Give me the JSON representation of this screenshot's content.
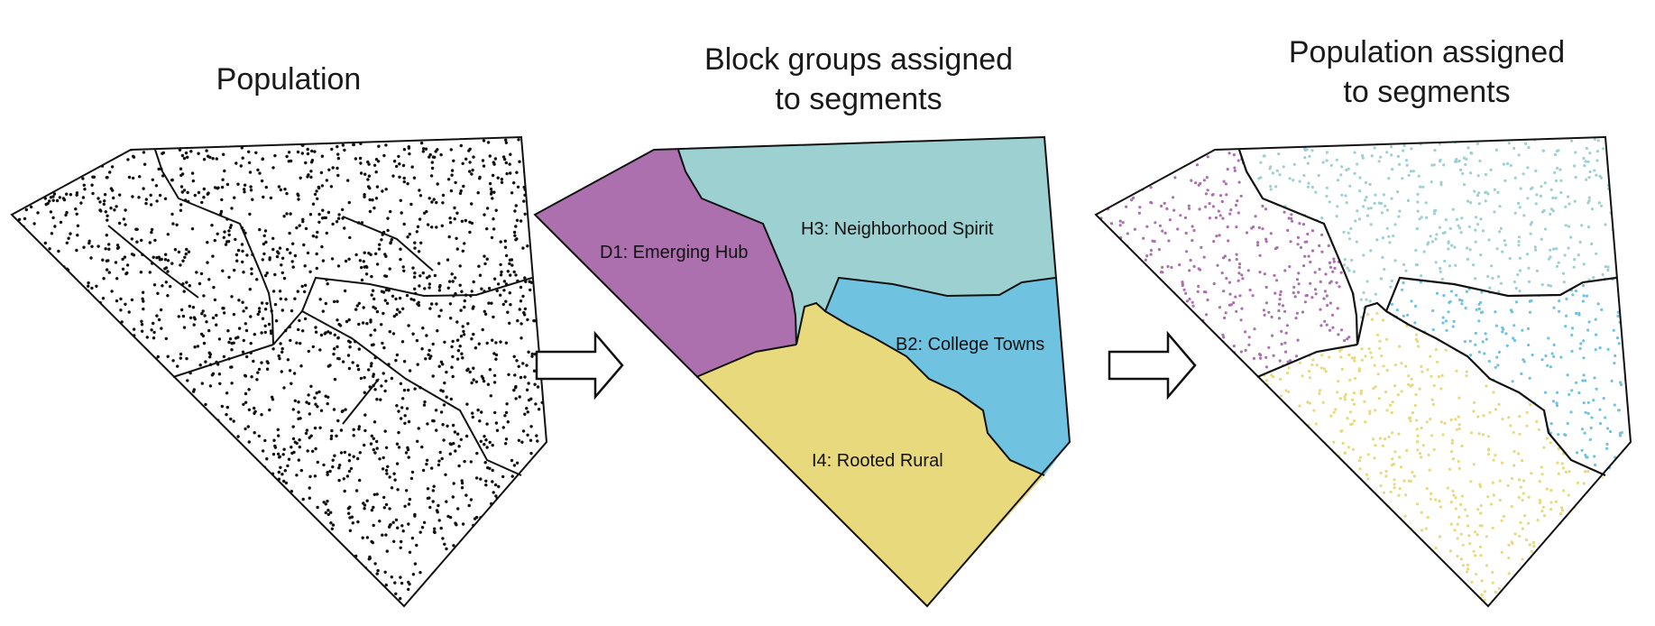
{
  "panels": {
    "left": {
      "title": "Population"
    },
    "middle": {
      "title": "Block groups assigned\nto segments"
    },
    "right": {
      "title": "Population assigned\nto segments"
    }
  },
  "segments": [
    {
      "id": "D1",
      "label": "D1: Emerging Hub",
      "color": "#ac70ae"
    },
    {
      "id": "H3",
      "label": "H3: Neighborhood Spirit",
      "color": "#9dd0d0"
    },
    {
      "id": "B2",
      "label": "B2: College Towns",
      "color": "#6fc3e1"
    },
    {
      "id": "I4",
      "label": "I4: Rooted Rural",
      "color": "#e8d97c"
    }
  ],
  "colors": {
    "outline": "#111111",
    "population_dot": "#111111",
    "arrow_fill": "#ffffff"
  },
  "icons": {
    "arrow_1": "right-arrow-icon",
    "arrow_2": "right-arrow-icon"
  }
}
